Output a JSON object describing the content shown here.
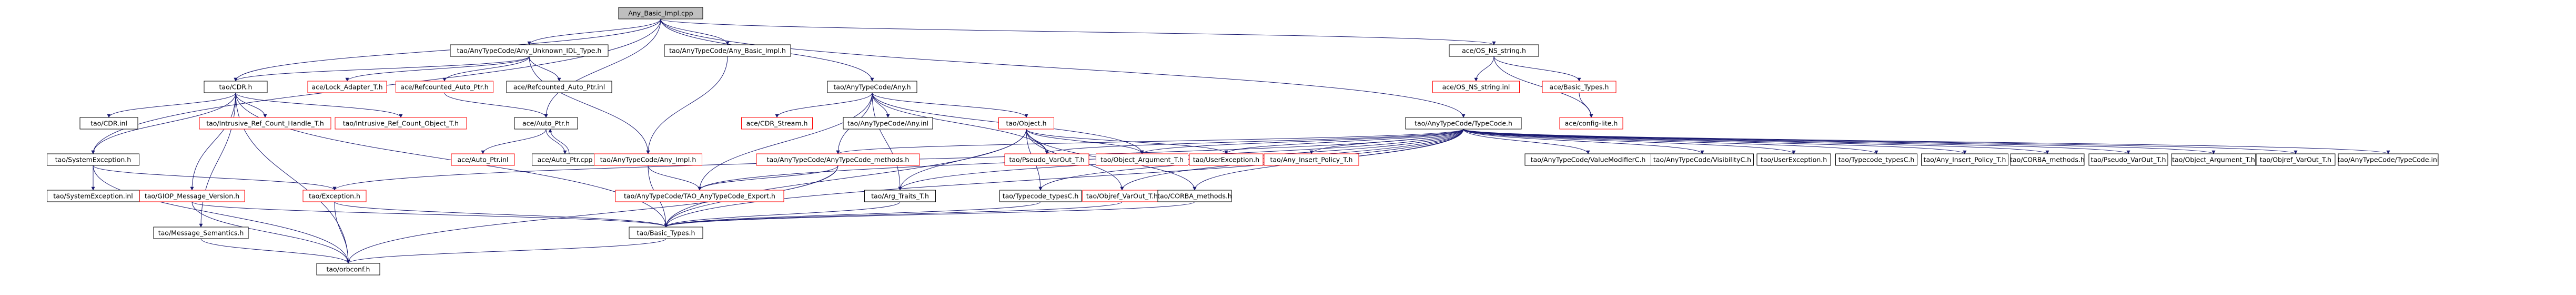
{
  "colors": {
    "edge": "#191970",
    "box_border_black": "#000000",
    "box_border_red": "#ff0000",
    "box_fill": "#ffffff",
    "root_fill": "#bfbfbf",
    "text": "#000000"
  },
  "nodes": {
    "root": "Any_Basic_Impl.cpp",
    "anytc_unknown_idl": "tao/AnyTypeCode/Any_Unknown_IDL_Type.h",
    "anytc_basic_impl": "tao/AnyTypeCode/Any_Basic_Impl.h",
    "os_ns_string_h": "ace/OS_NS_string.h",
    "cdr_h": "tao/CDR.h",
    "lock_adapter": "ace/Lock_Adapter_T.h",
    "refcounted_auto_ptr_h": "ace/Refcounted_Auto_Ptr.h",
    "refcounted_auto_ptr_inl": "ace/Refcounted_Auto_Ptr.inl",
    "anytc_any_h": "tao/AnyTypeCode/Any.h",
    "os_ns_string_inl": "ace/OS_NS_string.inl",
    "basic_types_ace": "ace/Basic_Types.h",
    "cdr_inl": "tao/CDR.inl",
    "intrusive_handle": "tao/Intrusive_Ref_Count_Handle_T.h",
    "intrusive_object": "tao/Intrusive_Ref_Count_Object_T.h",
    "auto_ptr_h": "ace/Auto_Ptr.h",
    "cdr_stream": "ace/CDR_Stream.h",
    "anytc_any_inl": "tao/AnyTypeCode/Any.inl",
    "object_h": "tao/Object.h",
    "config_lite": "ace/config-lite.h",
    "anytc_typecode_h": "tao/AnyTypeCode/TypeCode.h",
    "sysexc_h": "tao/SystemException.h",
    "auto_ptr_inl": "ace/Auto_Ptr.inl",
    "auto_ptr_cpp": "ace/Auto_Ptr.cpp",
    "anytc_any_impl": "tao/AnyTypeCode/Any_Impl.h",
    "anytc_typecode_methods": "tao/AnyTypeCode/AnyTypeCode_methods.h",
    "pseudo_varout_1": "tao/Pseudo_VarOut_T.h",
    "object_argument_1": "tao/Object_Argument_T.h",
    "userexception_1": "tao/UserException.h",
    "any_insert_policy_1": "tao/Any_Insert_Policy_T.h",
    "valuemodifier": "tao/AnyTypeCode/ValueModifierC.h",
    "visibility": "tao/AnyTypeCode/VisibilityC.h",
    "userexception_2": "tao/UserException.h",
    "typecode_typesc_1": "tao/Typecode_typesC.h",
    "any_insert_policy_2": "tao/Any_Insert_Policy_T.h",
    "corba_methods_1": "tao/CORBA_methods.h",
    "pseudo_varout_2": "tao/Pseudo_VarOut_T.h",
    "object_argument_2": "tao/Object_Argument_T.h",
    "objref_varout_1": "tao/Objref_VarOut_T.h",
    "anytc_typecode_inl": "tao/AnyTypeCode/TypeCode.inl",
    "sysexc_inl": "tao/SystemException.inl",
    "giop_version": "tao/GIOP_Message_Version.h",
    "exception_h": "tao/Exception.h",
    "tao_anytc_export": "tao/AnyTypeCode/TAO_AnyTypeCode_Export.h",
    "arg_traits": "tao/Arg_Traits_T.h",
    "typecode_typesc_2": "tao/Typecode_typesC.h",
    "objref_varout_2": "tao/Objref_VarOut_T.h",
    "corba_methods_2": "tao/CORBA_methods.h",
    "message_semantics": "tao/Message_Semantics.h",
    "basic_types_tao": "tao/Basic_Types.h",
    "orbconf": "tao/orbconf.h"
  }
}
